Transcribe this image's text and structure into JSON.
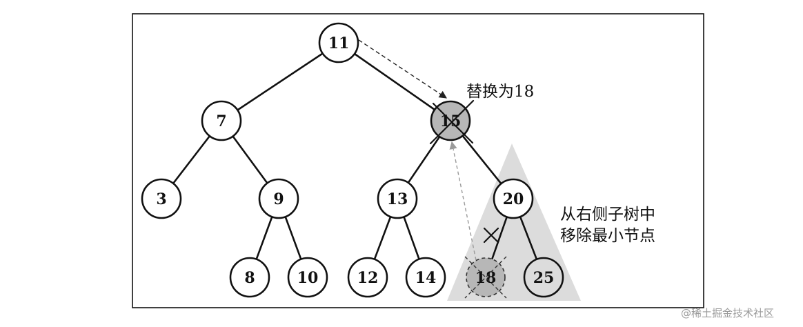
{
  "diagram": {
    "colors": {
      "line": "#111111",
      "node_fill": "#ffffff",
      "replaced_node_fill": "#b7b7b7",
      "subtree_highlight": "#dcdcdc",
      "watermark": "#9a9a9a"
    },
    "nodes": {
      "n11": "11",
      "n7": "7",
      "n15": "15",
      "n3": "3",
      "n9": "9",
      "n13": "13",
      "n20": "20",
      "n8": "8",
      "n10": "10",
      "n12": "12",
      "n14": "14",
      "n18": "18",
      "n25": "25"
    },
    "annotations": {
      "replace_label": "替换为18",
      "remove_line1": "从右侧子树中",
      "remove_line2": "移除最小节点"
    },
    "watermark": "@稀土掘金技术社区"
  }
}
